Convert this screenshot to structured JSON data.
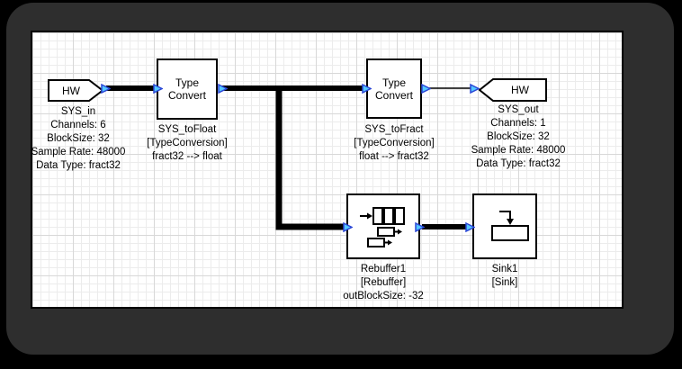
{
  "diagram": {
    "blocks": {
      "hw_in": {
        "title": "HW",
        "caption": [
          "SYS_in",
          "Channels: 6",
          "BlockSize: 32",
          "Sample Rate: 48000",
          "Data Type: fract32"
        ]
      },
      "sys_to_float": {
        "title_line1": "Type",
        "title_line2": "Convert",
        "caption": [
          "SYS_toFloat",
          "[TypeConversion]",
          "fract32 --> float"
        ]
      },
      "sys_to_fract": {
        "title_line1": "Type",
        "title_line2": "Convert",
        "caption": [
          "SYS_toFract",
          "[TypeConversion]",
          "float --> fract32"
        ]
      },
      "hw_out": {
        "title": "HW",
        "caption": [
          "SYS_out",
          "Channels: 1",
          "BlockSize: 32",
          "Sample Rate: 48000",
          "Data Type: fract32"
        ]
      },
      "rebuffer1": {
        "caption": [
          "Rebuffer1",
          "[Rebuffer]",
          "outBlockSize: -32"
        ]
      },
      "sink1": {
        "caption": [
          "Sink1",
          "[Sink]"
        ]
      }
    },
    "icons": {
      "port_triangle": "blue right-pointing connection port",
      "rebuffer_icon": "arrow into three buffers re-emitted as blocks",
      "sink_icon": "arrow dropping into a box"
    },
    "colors": {
      "page_bg": "#000000",
      "frame": "#2e2e2e",
      "canvas_bg": "#ffffff",
      "grid_minor": "#ececec",
      "grid_major": "#d8d8d8",
      "block_fill": "#ffffff",
      "block_border": "#000000",
      "wire": "#000000",
      "port_fill": "#54c8ff",
      "port_stroke": "#2b47d6"
    }
  }
}
